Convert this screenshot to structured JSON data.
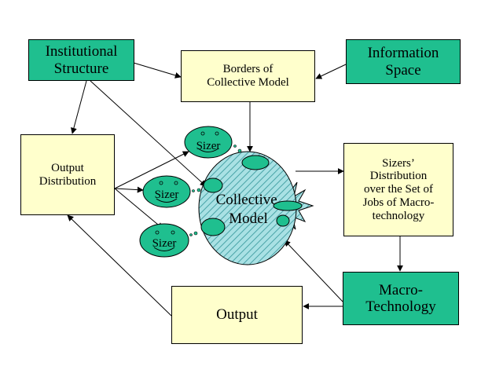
{
  "nodes": {
    "institutional_structure": "Institutional\nStructure",
    "borders": "Borders of\nCollective Model",
    "information_space": "Information\nSpace",
    "output_distribution": "Output\nDistribution",
    "sizers_distribution": "Sizers’\nDistribution\nover the Set of\nJobs of Macro-\ntechnology",
    "macro_technology": "Macro-\nTechnology",
    "output": "Output",
    "collective_model": "Collective\nModel",
    "sizer": "Sizer"
  },
  "colors": {
    "green": "#1fbf8f",
    "yellow": "#ffffcc",
    "model_fill": "#a9e1e4",
    "model_hatch": "#4aa4a8"
  }
}
